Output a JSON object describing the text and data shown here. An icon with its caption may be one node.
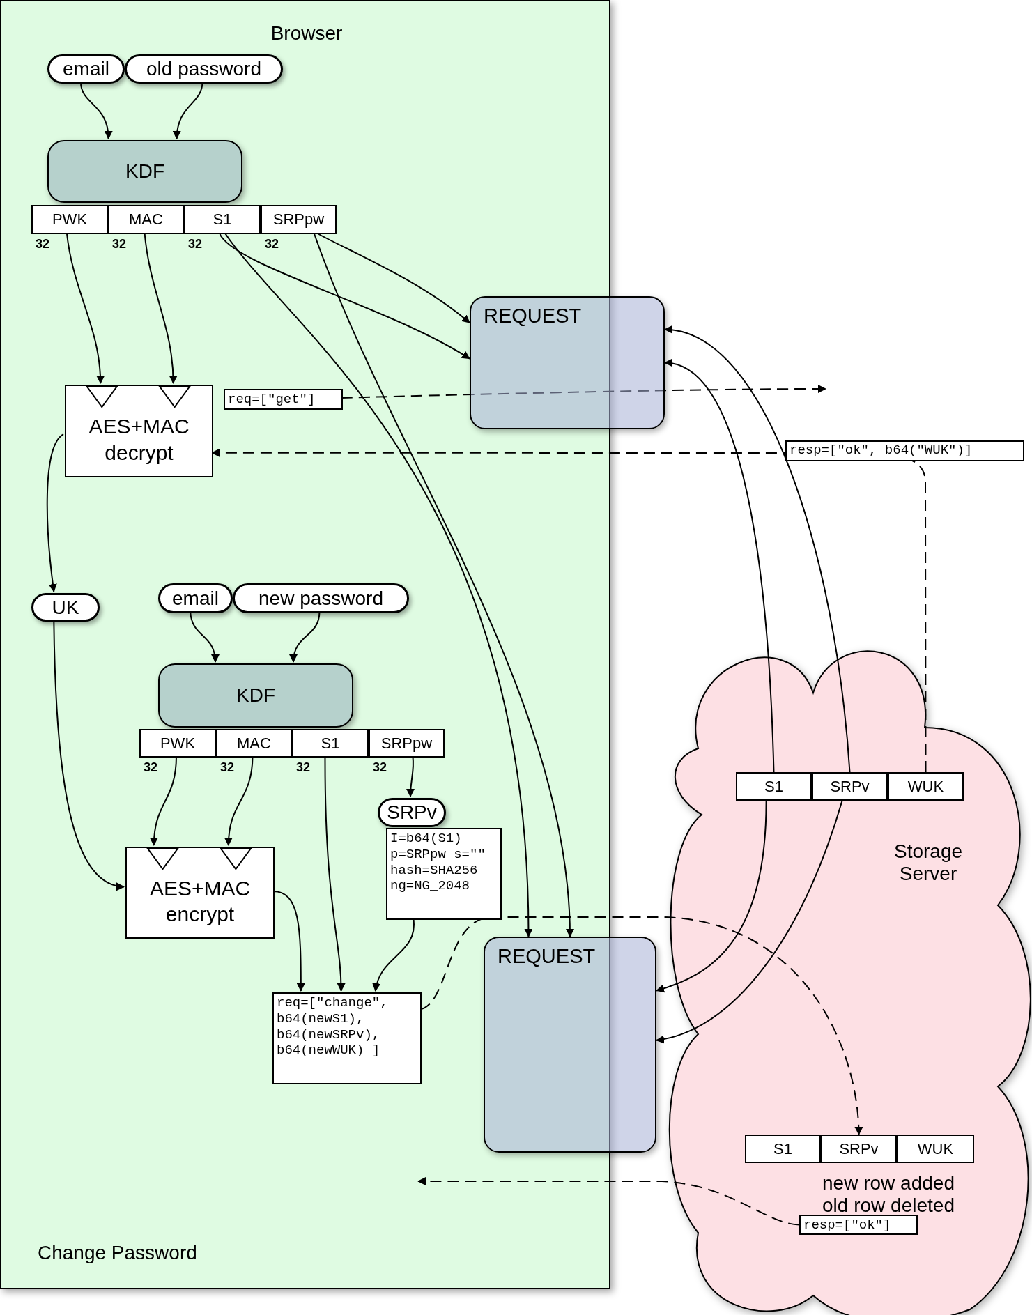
{
  "diagram": {
    "nodes": [
      {
        "text": [
          "Browser",
          "Change Password"
        ]
      },
      {
        "text": [
          "email"
        ],
        "in": 0
      },
      {
        "text": [
          "old password"
        ],
        "in": 0
      },
      {
        "text": [
          "KDF"
        ],
        "in": 0
      },
      {
        "text": [
          "PWK"
        ],
        "in": 0,
        "beside": [
          "32"
        ]
      },
      {
        "text": [
          "MAC"
        ],
        "in": 0,
        "beside": [
          "32"
        ]
      },
      {
        "text": [
          "S1"
        ],
        "in": 0,
        "beside": [
          "32"
        ]
      },
      {
        "text": [
          "SRPpw"
        ],
        "in": 0,
        "beside": [
          "32"
        ]
      },
      {
        "text": [
          "AES+MAC decrypt"
        ],
        "in": 0
      },
      {
        "text": [
          "req=[\"get\"]"
        ],
        "in": 0
      },
      {
        "text": [
          "UK"
        ],
        "in": 0
      },
      {
        "text": [
          "email"
        ],
        "in": 0
      },
      {
        "text": [
          "new password"
        ],
        "in": 0
      },
      {
        "text": [
          "KDF"
        ],
        "in": 0
      },
      {
        "text": [
          "PWK"
        ],
        "in": 0,
        "beside": [
          "32"
        ]
      },
      {
        "text": [
          "MAC"
        ],
        "in": 0,
        "beside": [
          "32"
        ]
      },
      {
        "text": [
          "S1"
        ],
        "in": 0,
        "beside": [
          "32"
        ]
      },
      {
        "text": [
          "SRPpw"
        ],
        "in": 0,
        "beside": [
          "32"
        ]
      },
      {
        "text": [
          "SRPv"
        ],
        "in": 0
      },
      {
        "text": [
          "I=b64(S1) p=SRPpw s=\"\" hash=SHA256 ng=NG_2048"
        ],
        "in": 0
      },
      {
        "text": [
          "AES+MAC encrypt"
        ],
        "in": 0
      },
      {
        "text": [
          "req=[\"change\", b64(newS1), b64(newSRPv), b64(newWUK) ]"
        ],
        "in": 0
      },
      {
        "text": [
          "REQUEST"
        ]
      },
      {
        "text": [
          "REQUEST"
        ]
      },
      {
        "text": [
          "Storage Server"
        ]
      },
      {
        "text": [
          "S1"
        ],
        "in": 24
      },
      {
        "text": [
          "SRPv"
        ],
        "in": 24
      },
      {
        "text": [
          "WUK"
        ],
        "in": 24
      },
      {
        "text": [
          "S1"
        ],
        "in": 24
      },
      {
        "text": [
          "SRPv"
        ],
        "in": 24
      },
      {
        "text": [
          "WUK"
        ],
        "in": 24
      },
      {
        "text": [
          "resp=[\"ok\"]"
        ],
        "in": 24
      }
    ],
    "edges": [
      {
        "from": 1,
        "to": 3,
        "arrow": "to"
      },
      {
        "from": 2,
        "to": 3,
        "arrow": "to"
      },
      {
        "from": 4,
        "to": 8,
        "arrow": "to"
      },
      {
        "from": 5,
        "to": 8,
        "arrow": "to"
      },
      {
        "from": 6,
        "to": 22,
        "arrow": "to"
      },
      {
        "from": 7,
        "to": 22,
        "arrow": "to"
      },
      {
        "from": 6,
        "to": 23,
        "arrow": "to"
      },
      {
        "from": 7,
        "to": 23,
        "arrow": "to"
      },
      {
        "from": 25,
        "to": 22,
        "arrow": "to"
      },
      {
        "from": 26,
        "to": 22,
        "arrow": "to"
      },
      {
        "from": 9,
        "to": null,
        "arrow": "to",
        "style": "dashed"
      },
      {
        "from": 27,
        "to": 8,
        "arrow": "to",
        "style": "dashed",
        "label": "resp=[\"ok\", b64(\"WUK\")]"
      },
      {
        "from": 8,
        "to": 10,
        "arrow": "to"
      },
      {
        "from": 10,
        "to": 20,
        "arrow": "to"
      },
      {
        "from": 11,
        "to": 13,
        "arrow": "to"
      },
      {
        "from": 12,
        "to": 13,
        "arrow": "to"
      },
      {
        "from": 14,
        "to": 20,
        "arrow": "to"
      },
      {
        "from": 15,
        "to": 20,
        "arrow": "to"
      },
      {
        "from": 17,
        "to": 18,
        "arrow": "to"
      },
      {
        "from": 20,
        "to": 21,
        "arrow": "to"
      },
      {
        "from": 16,
        "to": 21,
        "arrow": "to"
      },
      {
        "from": 19,
        "to": 21,
        "arrow": "to"
      },
      {
        "from": 25,
        "to": 23,
        "arrow": "to"
      },
      {
        "from": 26,
        "to": 23,
        "arrow": "to"
      },
      {
        "from": 21,
        "to": 29,
        "arrow": "to",
        "style": "dashed"
      },
      {
        "from": 31,
        "to": null,
        "arrow": "to",
        "style": "dashed"
      }
    ],
    "labels": [
      "new row added old row deleted"
    ]
  }
}
